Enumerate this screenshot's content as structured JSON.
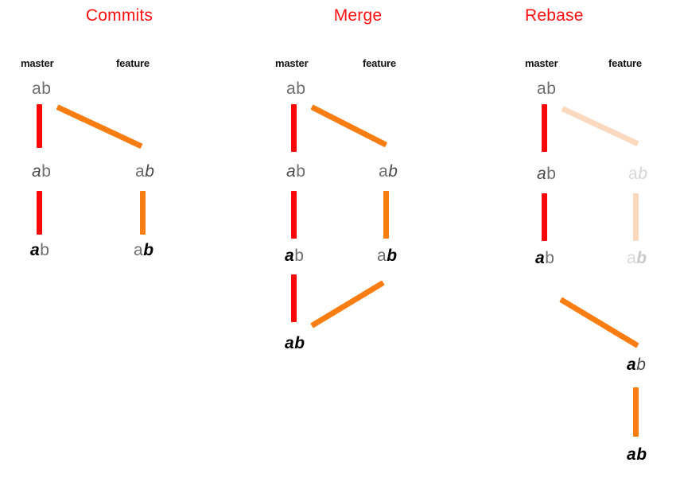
{
  "diagram": {
    "title_color": "#FF1010",
    "master_color": "#FB0707",
    "feature_color": "#F97D10",
    "faded_color": "#FBD9BE",
    "panels": [
      {
        "id": "commits",
        "title": "Commits",
        "branches": {
          "master": "master",
          "feature": "feature"
        },
        "nodes": [
          {
            "id": "c-m0",
            "branch": "master",
            "label": "ab",
            "a": "a",
            "b": "b",
            "a_style": "plain",
            "b_style": "plain"
          },
          {
            "id": "c-m1",
            "branch": "master",
            "label": "ab",
            "a": "a",
            "b": "b",
            "a_style": "ital",
            "b_style": "plain"
          },
          {
            "id": "c-m2",
            "branch": "master",
            "label": "ab",
            "a": "a",
            "b": "b",
            "a_style": "bold",
            "b_style": "plain"
          },
          {
            "id": "c-f1",
            "branch": "feature",
            "label": "ab",
            "a": "a",
            "b": "b",
            "a_style": "plain",
            "b_style": "ital"
          },
          {
            "id": "c-f2",
            "branch": "feature",
            "label": "ab",
            "a": "a",
            "b": "b",
            "a_style": "plain",
            "b_style": "bold"
          }
        ]
      },
      {
        "id": "merge",
        "title": "Merge",
        "branches": {
          "master": "master",
          "feature": "feature"
        },
        "nodes": [
          {
            "id": "g-m0",
            "branch": "master",
            "label": "ab",
            "a": "a",
            "b": "b",
            "a_style": "plain",
            "b_style": "plain"
          },
          {
            "id": "g-m1",
            "branch": "master",
            "label": "ab",
            "a": "a",
            "b": "b",
            "a_style": "ital",
            "b_style": "plain"
          },
          {
            "id": "g-m2",
            "branch": "master",
            "label": "ab",
            "a": "a",
            "b": "b",
            "a_style": "bold",
            "b_style": "plain"
          },
          {
            "id": "g-m3",
            "branch": "master",
            "label": "ab",
            "a": "a",
            "b": "b",
            "a_style": "bold",
            "b_style": "bold"
          },
          {
            "id": "g-f1",
            "branch": "feature",
            "label": "ab",
            "a": "a",
            "b": "b",
            "a_style": "plain",
            "b_style": "ital"
          },
          {
            "id": "g-f2",
            "branch": "feature",
            "label": "ab",
            "a": "a",
            "b": "b",
            "a_style": "plain",
            "b_style": "bold"
          }
        ]
      },
      {
        "id": "rebase",
        "title": "Rebase",
        "branches": {
          "master": "master",
          "feature": "feature"
        },
        "nodes": [
          {
            "id": "r-m0",
            "branch": "master",
            "label": "ab",
            "a": "a",
            "b": "b",
            "a_style": "plain",
            "b_style": "plain"
          },
          {
            "id": "r-m1",
            "branch": "master",
            "label": "ab",
            "a": "a",
            "b": "b",
            "a_style": "ital",
            "b_style": "plain"
          },
          {
            "id": "r-m2",
            "branch": "master",
            "label": "ab",
            "a": "a",
            "b": "b",
            "a_style": "bold",
            "b_style": "plain"
          },
          {
            "id": "r-f1",
            "branch": "feature",
            "label": "ab",
            "a": "a",
            "b": "b",
            "a_style": "ghost",
            "b_style": "ghostit",
            "faded": true
          },
          {
            "id": "r-f2",
            "branch": "feature",
            "label": "ab",
            "a": "a",
            "b": "b",
            "a_style": "ghost",
            "b_style": "ghostbd",
            "faded": true
          },
          {
            "id": "r-f3",
            "branch": "feature",
            "label": "ab",
            "a": "a",
            "b": "b",
            "a_style": "bold",
            "b_style": "ital"
          },
          {
            "id": "r-f4",
            "branch": "feature",
            "label": "ab",
            "a": "a",
            "b": "b",
            "a_style": "bold",
            "b_style": "bold"
          }
        ]
      }
    ]
  }
}
